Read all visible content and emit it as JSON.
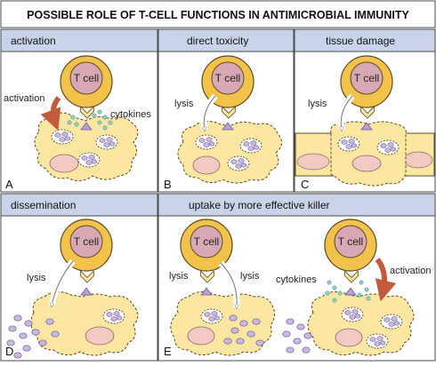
{
  "title": "POSSIBLE ROLE OF T-CELL FUNCTIONS IN ANTIMICROBIAL IMMUNITY",
  "panels": {
    "A": {
      "header": "activation",
      "letter": "A",
      "cell_label": "T cell",
      "label_left": "activation",
      "label_right": "cytokines"
    },
    "B": {
      "header": "direct toxicity",
      "letter": "B",
      "cell_label": "T cell",
      "label_left": "lysis"
    },
    "C": {
      "header": "tissue damage",
      "letter": "C",
      "cell_label": "T cell",
      "label_left": "lysis"
    },
    "D": {
      "header": "dissemination",
      "letter": "D",
      "cell_label": "T cell",
      "label_left": "lysis"
    },
    "E": {
      "header": "uptake by more effective killer",
      "letter": "E",
      "left": {
        "cell_label": "T cell",
        "label_left": "lysis",
        "label_right": "lysis"
      },
      "right": {
        "cell_label": "T cell",
        "label_left": "cytokines",
        "label_right": "activation"
      }
    }
  },
  "colors": {
    "header_bg": "#c9d3ea",
    "panel_border": "#4a4a4a",
    "cell_body": "#fbe6a2",
    "tcell_outer": "#f2c24a",
    "tcell_inner": "#d8a8b4",
    "vacuole": "#ffffff",
    "microbe": "#c9b8e2",
    "cytokine": "#8fd0c8",
    "arrow_activation": "#c45a3c",
    "nucleus": "#f3c9c4"
  }
}
